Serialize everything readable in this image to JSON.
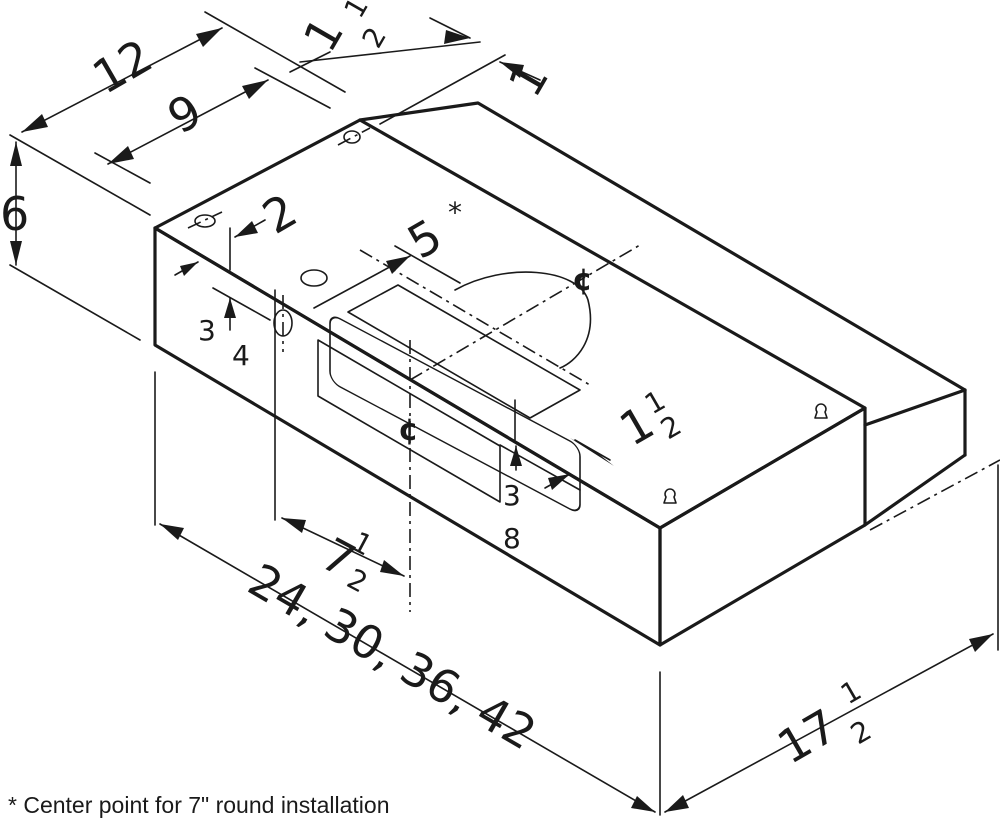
{
  "footnote": "* Center point for 7\" round installation",
  "labels": {
    "d12": "12",
    "d1_half_whole": "1",
    "d1_half_num": "1",
    "d1_half_den": "2",
    "d1": "1",
    "d9": "9",
    "d6": "6",
    "d2": "2",
    "d5": "5",
    "d5_star": "*",
    "d3_4_num": "3",
    "d3_4_den": "4",
    "cl": "¢",
    "d_right_half_whole": "1",
    "d_right_half_num": "1",
    "d_right_half_den": "2",
    "d3_8_num": "3",
    "d3_8_den": "8",
    "d7_whole": "7",
    "d7_num": "1",
    "d7_den": "2",
    "widths": "24, 30, 36, 42",
    "d17_whole": "17",
    "d17_num": "1",
    "d17_den": "2"
  }
}
